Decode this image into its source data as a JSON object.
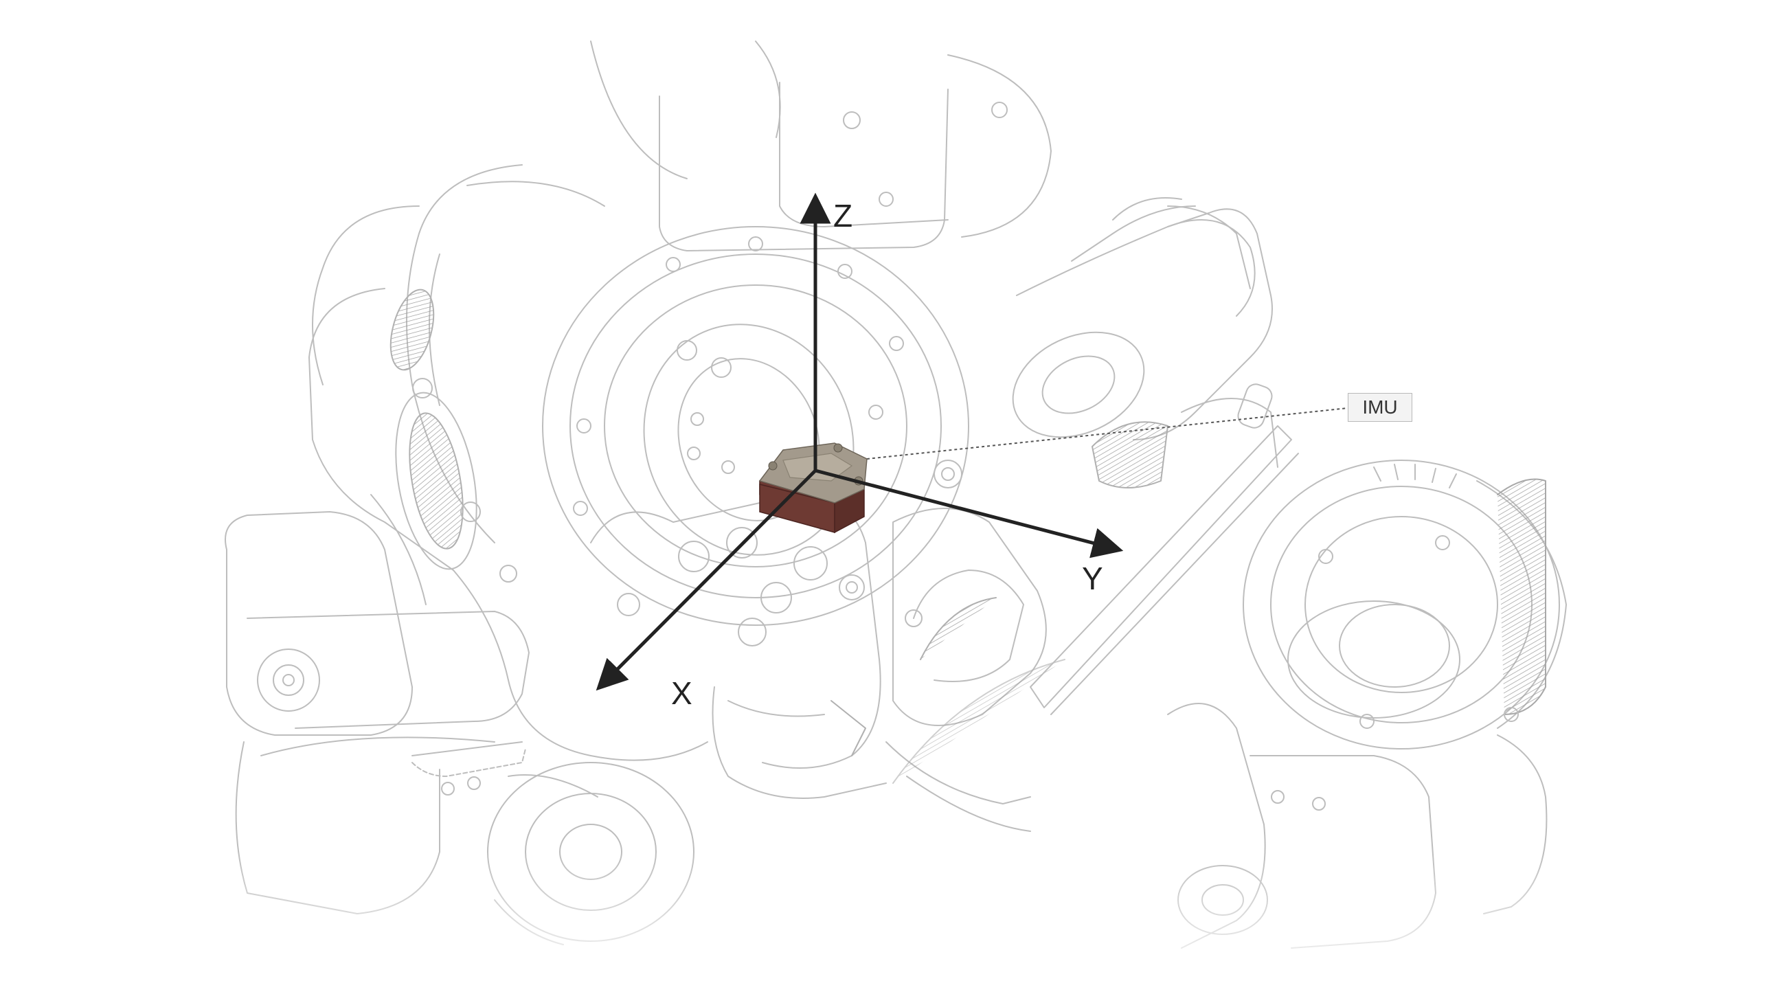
{
  "diagram": {
    "callout_label": "IMU",
    "axes": [
      {
        "id": "x",
        "label": "X"
      },
      {
        "id": "y",
        "label": "Y"
      },
      {
        "id": "z",
        "label": "Z"
      }
    ],
    "colors": {
      "linework": "#bdbdbd",
      "axis_arrow": "#222222",
      "leader_line": "#555555",
      "sensor_top": "#a39a8c",
      "sensor_side": "#6e3a33",
      "callout_fill": "#f3f3f3",
      "callout_border": "#b9b9b9"
    },
    "icons": [
      "robot-chassis-line-drawing",
      "imu-sensor-block"
    ]
  }
}
